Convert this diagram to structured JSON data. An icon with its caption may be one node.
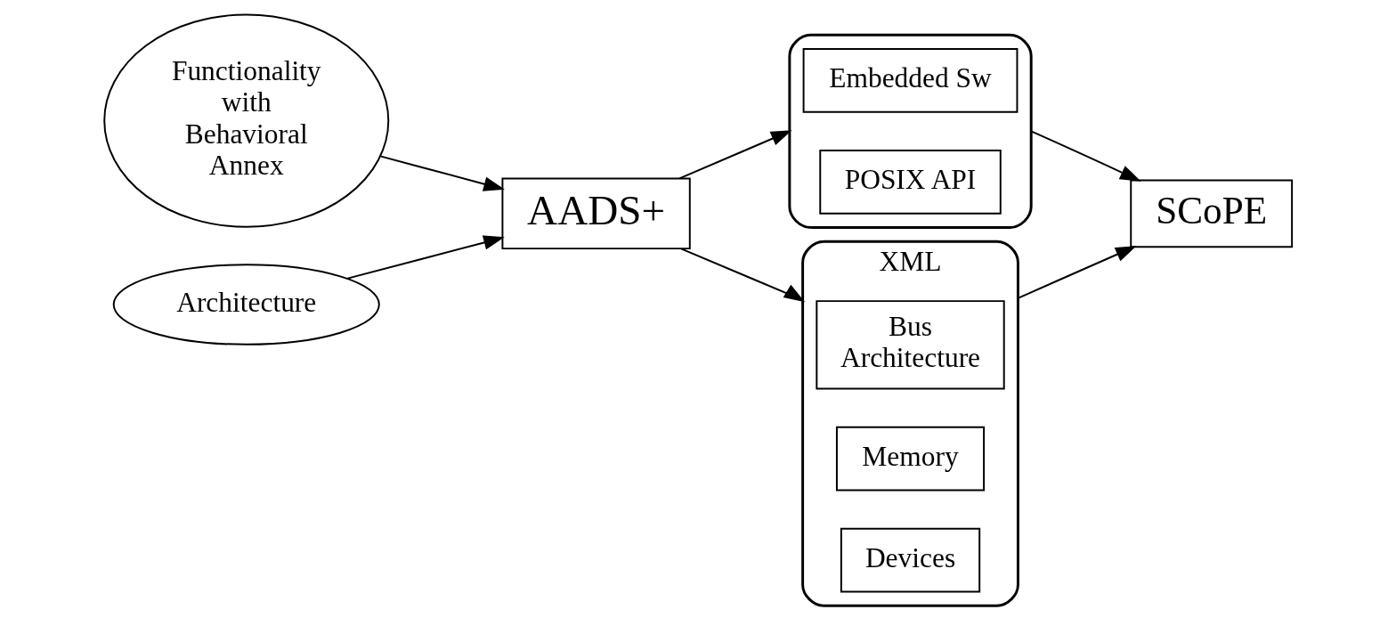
{
  "diagram": {
    "nodes": [
      {
        "text": [
          "Functionality with Behavioral Annex"
        ]
      },
      {
        "text": [
          "Architecture"
        ]
      },
      {
        "text": [
          "AADS+"
        ]
      },
      {
        "text": [],
        "shape": "box"
      },
      {
        "text": [
          "Embedded Sw"
        ],
        "in": 3
      },
      {
        "text": [
          "POSIX API"
        ],
        "in": 3
      },
      {
        "text": [
          "SCoPE"
        ]
      },
      {
        "text": [
          "XML"
        ]
      },
      {
        "text": [
          "Bus Architecture"
        ],
        "in": 7
      },
      {
        "text": [
          "Memory"
        ],
        "in": 7
      },
      {
        "text": [
          "Devices"
        ],
        "in": 7
      }
    ],
    "edges": [
      {
        "from": 0,
        "to": 2,
        "arrow": "to"
      },
      {
        "from": 1,
        "to": 2,
        "arrow": "to"
      },
      {
        "from": 2,
        "to": 3,
        "arrow": "to"
      },
      {
        "from": 2,
        "to": 7,
        "arrow": "to"
      },
      {
        "from": 3,
        "to": 6,
        "arrow": "to"
      },
      {
        "from": 7,
        "to": 6,
        "arrow": "to"
      }
    ]
  }
}
